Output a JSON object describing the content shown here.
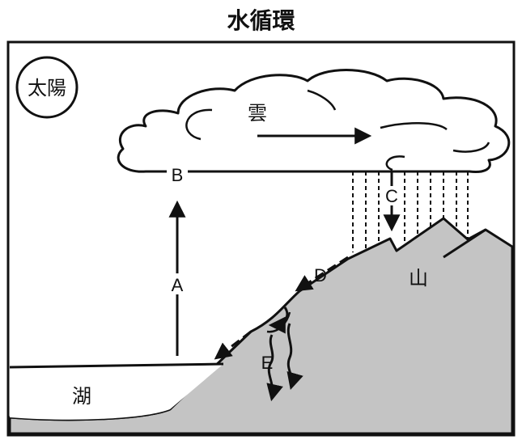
{
  "title": "水循環",
  "labels": {
    "sun": "太陽",
    "cloud": "雲",
    "mountain": "山",
    "lake": "湖",
    "A": "A",
    "B": "B",
    "C": "C",
    "D": "D",
    "E": "E"
  },
  "colors": {
    "mountain_fill": "#c4c4c4",
    "stroke": "#111111",
    "background": "#ffffff"
  }
}
